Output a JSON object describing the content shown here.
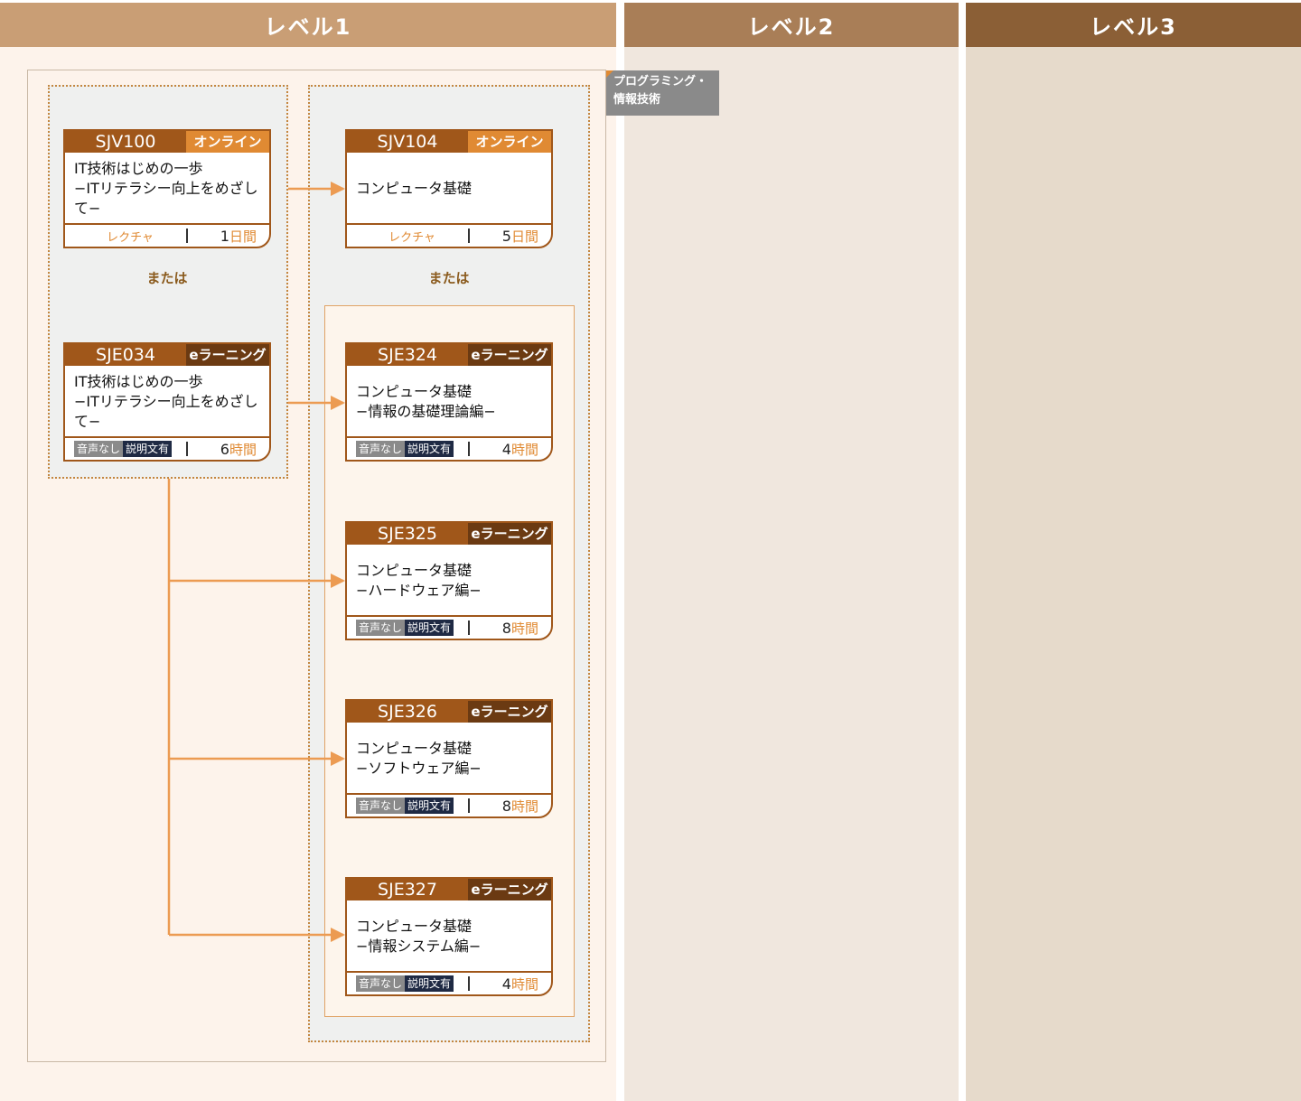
{
  "columns": [
    {
      "label": "レベル1",
      "header_color": "#c99e75",
      "body_color": "#fdf3eb"
    },
    {
      "label": "レベル2",
      "header_color": "#a97e57",
      "body_color": "#f0e7de"
    },
    {
      "label": "レベル3",
      "header_color": "#8b5f36",
      "body_color": "#e6dacb"
    }
  ],
  "category_tag": "プログラミング・情報技術",
  "or_label": "または",
  "courses": {
    "sjv100": {
      "code": "SJV100",
      "mode": "オンライン",
      "title1": "IT技術はじめの一歩",
      "title2": "−ITリテラシー向上をめざして−",
      "format": "レクチャ",
      "duration_num": "1",
      "duration_unit": "日間"
    },
    "sjv104": {
      "code": "SJV104",
      "mode": "オンライン",
      "title1": "コンピュータ基礎",
      "title2": "",
      "format": "レクチャ",
      "duration_num": "5",
      "duration_unit": "日間"
    },
    "sje034": {
      "code": "SJE034",
      "mode": "eラーニング",
      "title1": "IT技術はじめの一歩",
      "title2": "−ITリテラシー向上をめざして−",
      "badge1": "音声なし",
      "badge2": "説明文有",
      "duration_num": "6",
      "duration_unit": "時間"
    },
    "sje324": {
      "code": "SJE324",
      "mode": "eラーニング",
      "title1": "コンピュータ基礎",
      "title2": "−情報の基礎理論編−",
      "badge1": "音声なし",
      "badge2": "説明文有",
      "duration_num": "4",
      "duration_unit": "時間"
    },
    "sje325": {
      "code": "SJE325",
      "mode": "eラーニング",
      "title1": "コンピュータ基礎",
      "title2": "−ハードウェア編−",
      "badge1": "音声なし",
      "badge2": "説明文有",
      "duration_num": "8",
      "duration_unit": "時間"
    },
    "sje326": {
      "code": "SJE326",
      "mode": "eラーニング",
      "title1": "コンピュータ基礎",
      "title2": "−ソフトウェア編−",
      "badge1": "音声なし",
      "badge2": "説明文有",
      "duration_num": "8",
      "duration_unit": "時間"
    },
    "sje327": {
      "code": "SJE327",
      "mode": "eラーニング",
      "title1": "コンピュータ基礎",
      "title2": "−情報システム編−",
      "badge1": "音声なし",
      "badge2": "説明文有",
      "duration_num": "4",
      "duration_unit": "時間"
    }
  },
  "colors": {
    "accent": "#e08a33",
    "card_brown": "#a0571a",
    "connector": "#ec9b52"
  }
}
